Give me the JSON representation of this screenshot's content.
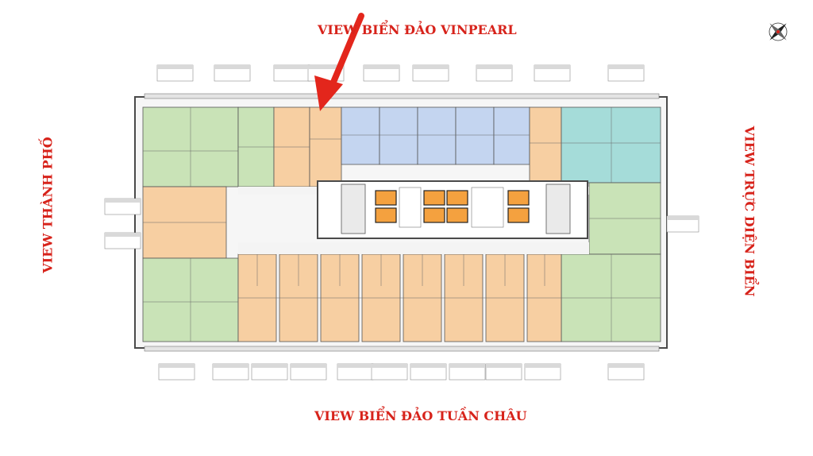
{
  "labels": {
    "top": "VIEW BIỂN ĐẢO VINPEARL",
    "bottom": "VIEW BIỂN ĐẢO TUẦN CHÂU",
    "left": "VIEW THÀNH PHỐ",
    "right": "VIEW TRỰC DIỆN BIỂN"
  },
  "colors": {
    "label": "#d7231b",
    "arrow": "#e3261c",
    "green": "#c9e3b7",
    "orange": "#f7cfa2",
    "blue": "#c4d5f0",
    "teal": "#a5dcd9",
    "core": "#f4a13f",
    "wall": "#4a4a4a",
    "corridor": "#f4f4f4"
  },
  "compass_icon": "compass-rose-icon"
}
